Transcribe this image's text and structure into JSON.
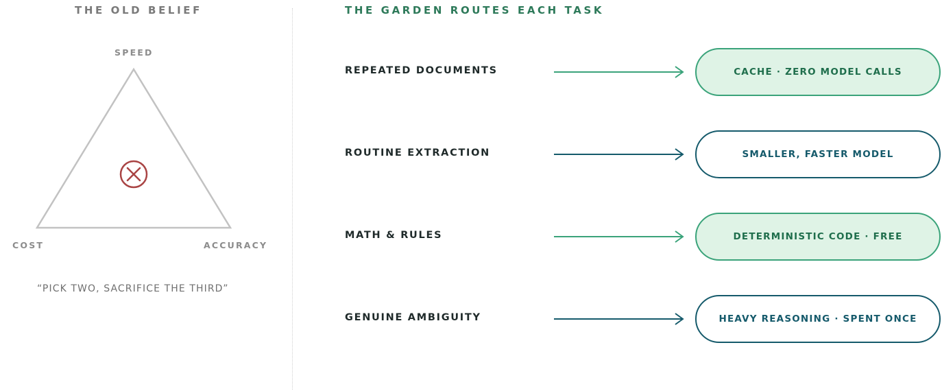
{
  "left": {
    "title": "THE OLD BELIEF",
    "vertices": {
      "top": "SPEED",
      "bottom_left": "COST",
      "bottom_right": "ACCURACY"
    },
    "center_icon": "x-circle-icon",
    "quote": "“PICK TWO, SACRIFICE THE THIRD”"
  },
  "right": {
    "title": "THE GARDEN ROUTES EACH TASK",
    "routes": [
      {
        "task": "REPEATED DOCUMENTS",
        "destination": "CACHE · ZERO MODEL CALLS",
        "style": "green"
      },
      {
        "task": "ROUTINE EXTRACTION",
        "destination": "SMALLER, FASTER MODEL",
        "style": "teal"
      },
      {
        "task": "MATH & RULES",
        "destination": "DETERMINISTIC CODE · FREE",
        "style": "green"
      },
      {
        "task": "GENUINE AMBIGUITY",
        "destination": "HEAVY REASONING · SPENT ONCE",
        "style": "teal"
      }
    ]
  },
  "colors": {
    "title_green": "#2e7a5a",
    "green_stroke": "#3aa37a",
    "green_fill": "#dff3e6",
    "green_text": "#1f6e4c",
    "teal_stroke": "#155a6b",
    "teal_text": "#155a6b",
    "triangle": "#c2c2c2",
    "x_mark": "#a94444"
  }
}
